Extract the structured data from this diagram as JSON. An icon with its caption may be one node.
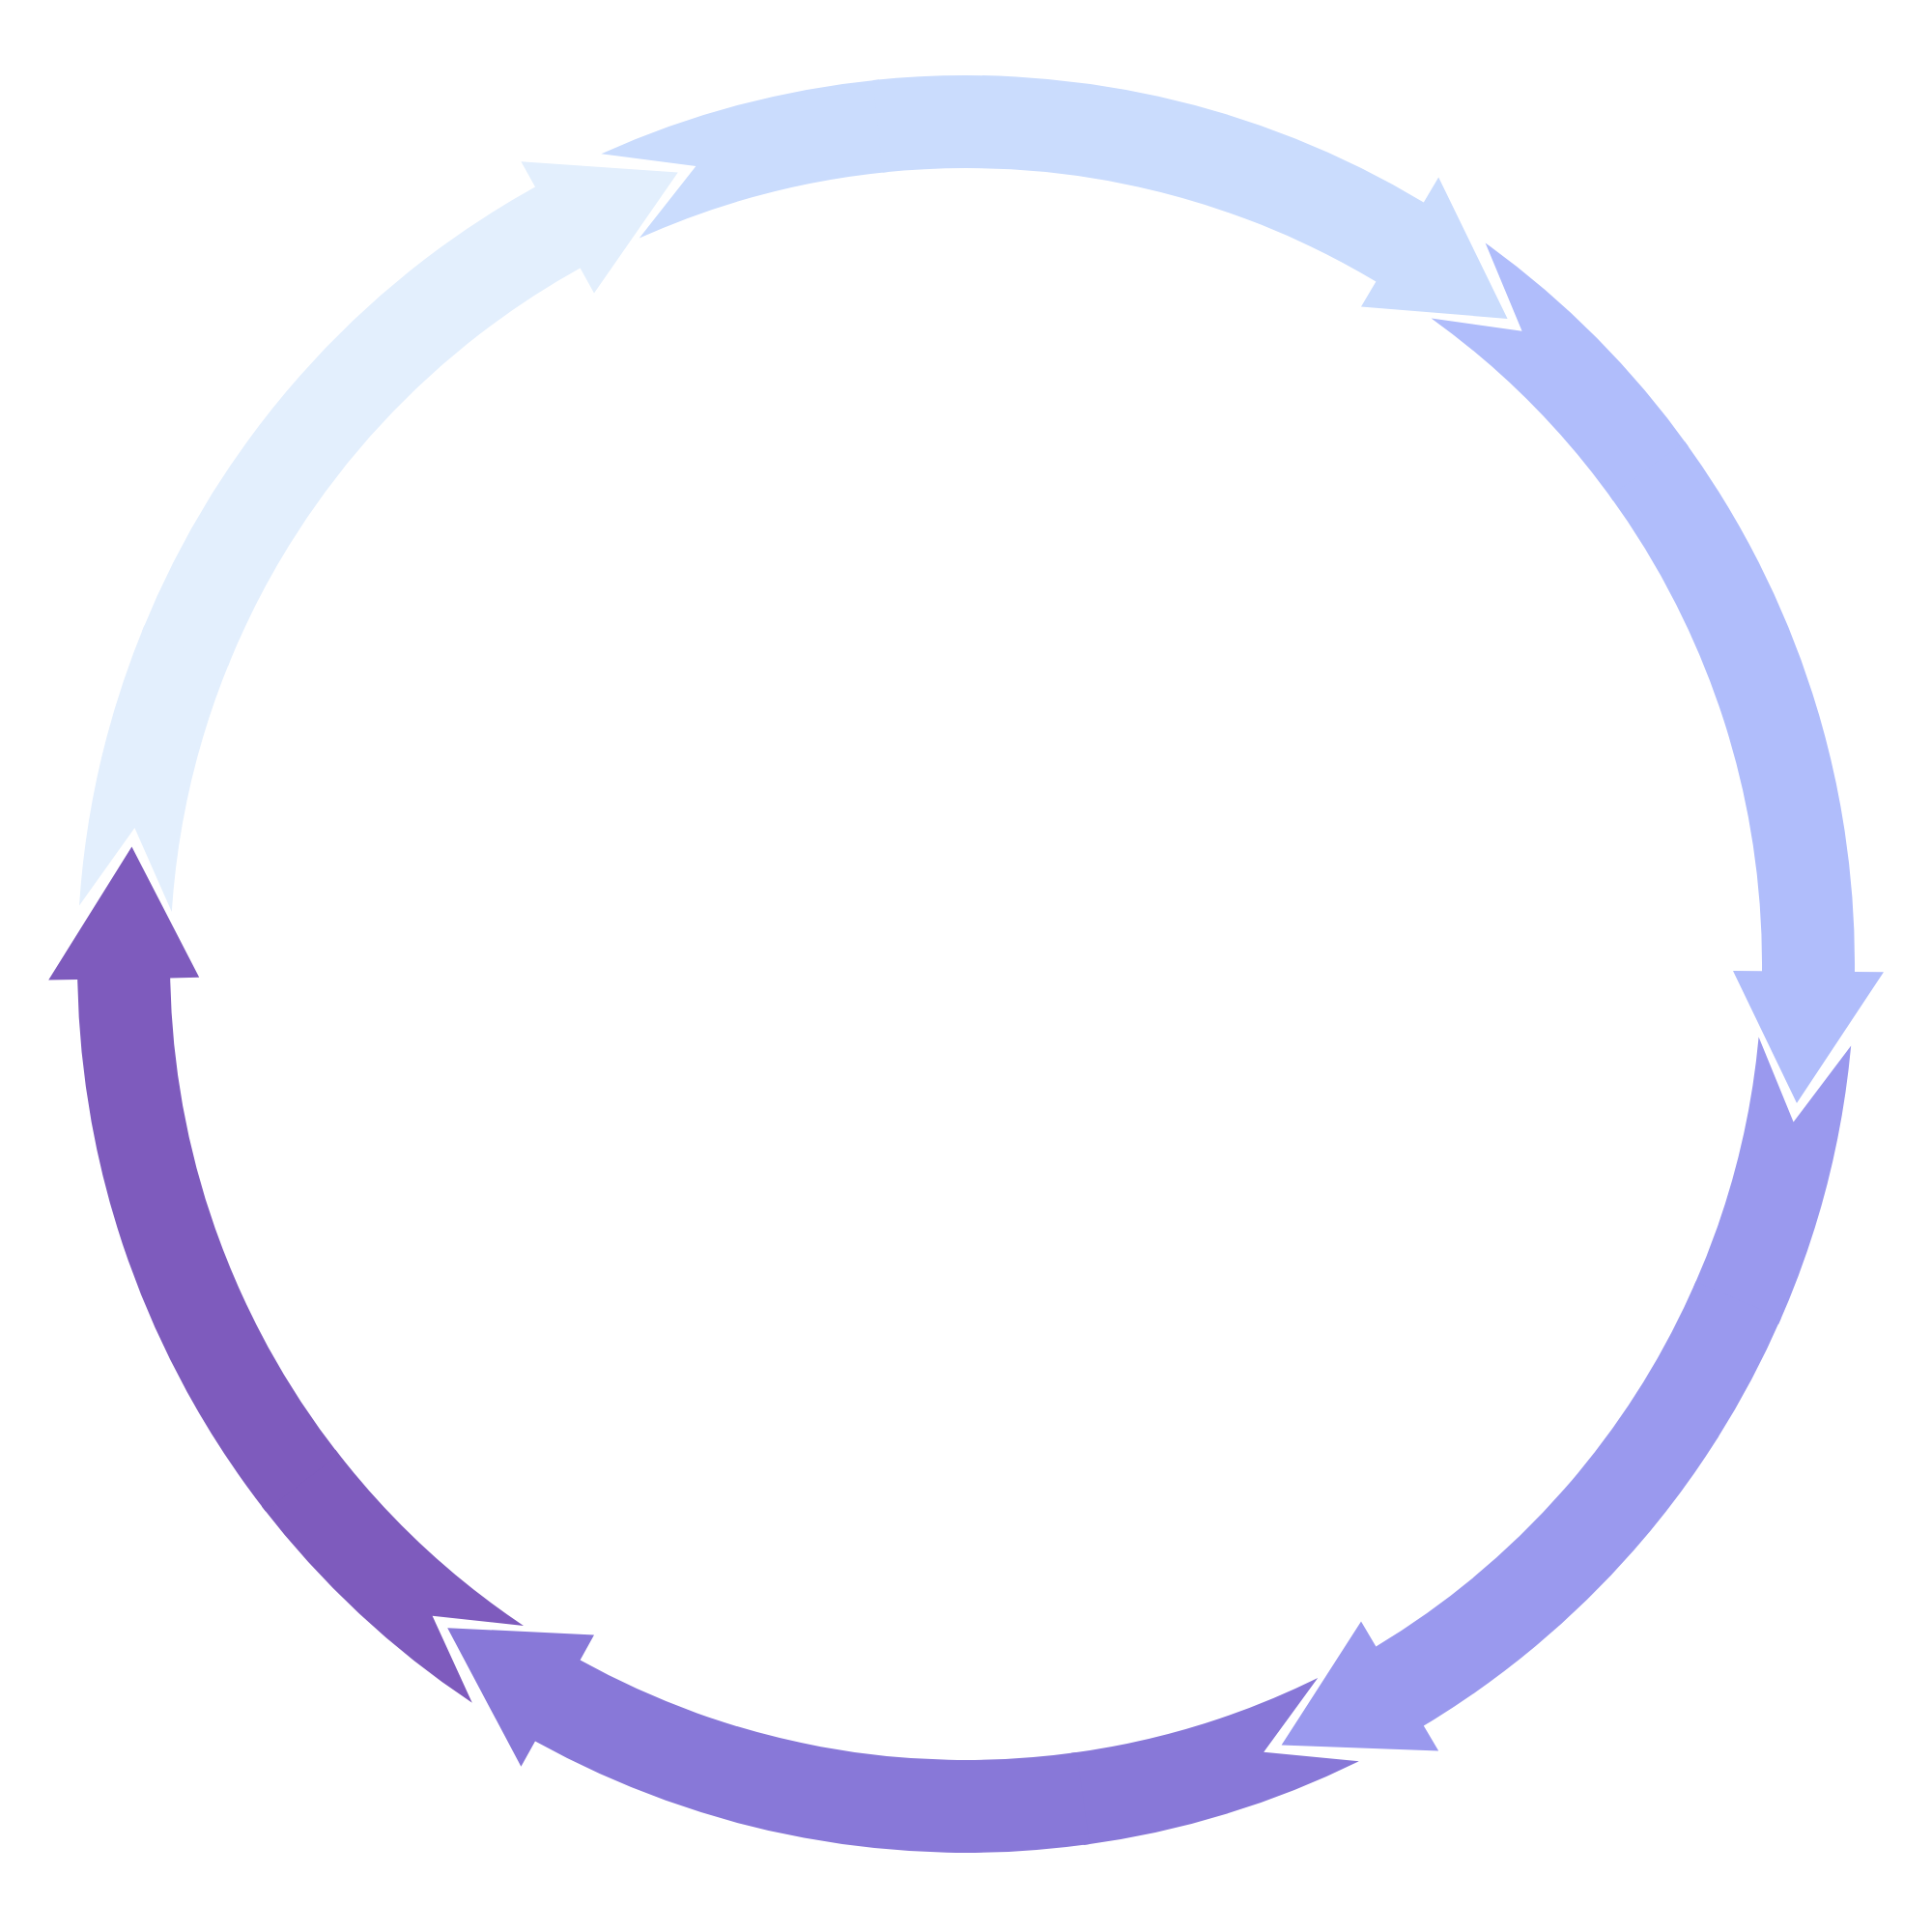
{
  "diagram": {
    "nodes": [
      {
        "text": [],
        "shape": "band"
      },
      {
        "text": [],
        "shape": "band"
      },
      {
        "text": [],
        "shape": "band"
      },
      {
        "text": [],
        "shape": "band"
      },
      {
        "text": [],
        "shape": "band"
      },
      {
        "text": [],
        "shape": "band"
      }
    ],
    "edges": [
      {
        "from": 0,
        "to": 1,
        "arrow": "to",
        "style": "thick",
        "color": "#e3effd"
      },
      {
        "from": 1,
        "to": 2,
        "arrow": "to",
        "style": "thick",
        "color": "#cadcfd"
      },
      {
        "from": 2,
        "to": 3,
        "arrow": "to",
        "style": "thick",
        "color": "#b0bdfb"
      },
      {
        "from": 3,
        "to": 4,
        "arrow": "to",
        "style": "thick",
        "color": "#9a99ee"
      },
      {
        "from": 4,
        "to": 5,
        "arrow": "to",
        "style": "thick",
        "color": "#8878d8"
      },
      {
        "from": 5,
        "to": 0,
        "arrow": "to",
        "style": "thick",
        "color": "#7e5bbd"
      }
    ]
  }
}
